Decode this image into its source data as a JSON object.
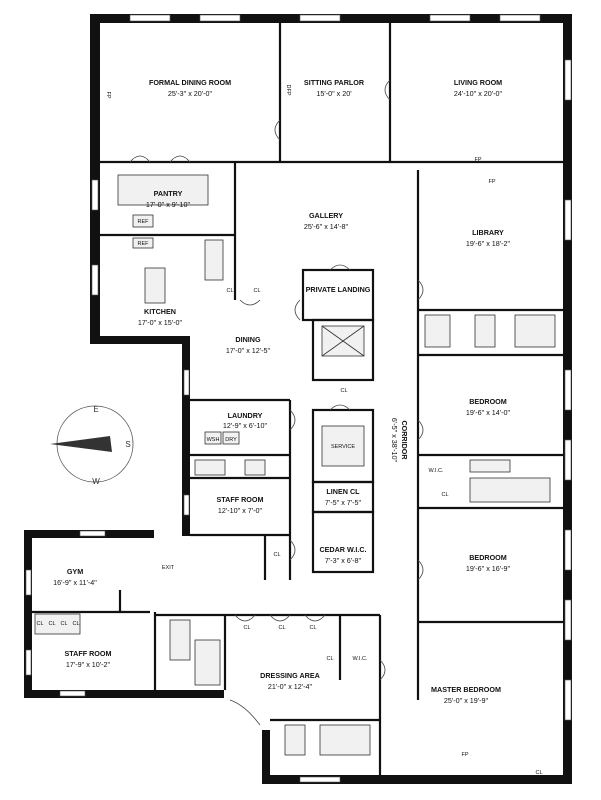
{
  "rooms": [
    {
      "id": "formal-dining-room",
      "name": "FORMAL DINING ROOM",
      "dims": "25'-3\" x 20'-0\""
    },
    {
      "id": "sitting-parlor",
      "name": "SITTING PARLOR",
      "dims": "15'-0\" x 20'"
    },
    {
      "id": "living-room",
      "name": "LIVING ROOM",
      "dims": "24'-10\" x 20'-0\""
    },
    {
      "id": "pantry",
      "name": "PANTRY",
      "dims": "17'-0\" x 9'-10\""
    },
    {
      "id": "gallery",
      "name": "GALLERY",
      "dims": "25'-6\" x 14'-8\""
    },
    {
      "id": "library",
      "name": "LIBRARY",
      "dims": "19'-6\" x 18'-2\""
    },
    {
      "id": "kitchen",
      "name": "KITCHEN",
      "dims": "17'-0\" x 15'-0\""
    },
    {
      "id": "private-landing",
      "name": "PRIVATE LANDING",
      "name2": ""
    },
    {
      "id": "dining",
      "name": "DINING",
      "dims": "17'-0\" x 12'-5\""
    },
    {
      "id": "bedroom-1",
      "name": "BEDROOM",
      "dims": "19'-6\" x 14'-0\""
    },
    {
      "id": "laundry",
      "name": "LAUNDRY",
      "dims": "12'-9\" x 6'-10\""
    },
    {
      "id": "staff-room-1",
      "name": "STAFF ROOM",
      "dims": "12'-10\" x 7'-0\""
    },
    {
      "id": "linen-cl",
      "name": "LINEN CL",
      "dims": "7'-5\" x 7'-5\""
    },
    {
      "id": "cedar-wic",
      "name": "CEDAR W.I.C.",
      "dims": "7'-3\" x 6'-8\""
    },
    {
      "id": "gym",
      "name": "GYM",
      "dims": "16'-9\" x 11'-4\""
    },
    {
      "id": "bedroom-2",
      "name": "BEDROOM",
      "dims": "19'-6\" x 16'-9\""
    },
    {
      "id": "staff-room-2",
      "name": "STAFF ROOM",
      "dims": "17'-9\" x 10'-2\""
    },
    {
      "id": "dressing-area",
      "name": "DRESSING AREA",
      "dims": "21'-0\" x 12'-4\""
    },
    {
      "id": "master-bedroom",
      "name": "MASTER BEDROOM",
      "dims": "25'-0\" x 19'-9\""
    }
  ],
  "corridor": {
    "name": "CORRIDOR",
    "dims": "6'-5\" x 38'-10\""
  },
  "small_labels": {
    "fp": "FP",
    "dfp": "DFP",
    "cl": "CL",
    "wic": "W.I.C.",
    "ref": "REF",
    "wsh": "WSH",
    "dry": "DRY",
    "service": "SERVICE",
    "exit": "EXIT"
  },
  "compass": {
    "n": "E",
    "s": "W",
    "e": "S"
  }
}
